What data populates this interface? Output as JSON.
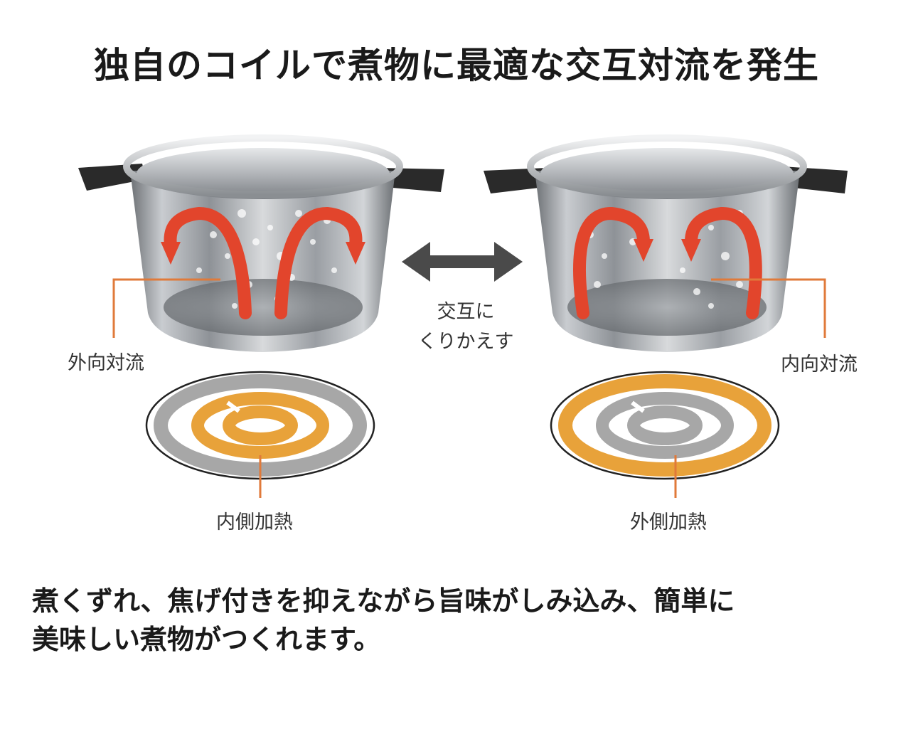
{
  "title": "独自のコイルで煮物に最適な交互対流を発生",
  "left_pot": {
    "convection_label": "外向対流",
    "heating_label": "内側加熱"
  },
  "right_pot": {
    "convection_label": "内向対流",
    "heating_label": "外側加熱"
  },
  "swap": {
    "line1": "交互に",
    "line2": "くりかえす"
  },
  "caption": {
    "line1": "煮くずれ、焦げ付きを抑えながら旨味がしみ込み、簡単に",
    "line2": "美味しい煮物がつくれます。"
  },
  "colors": {
    "accent_orange": "#e8a23a",
    "leader_orange": "#e07a3a",
    "arrow_red": "#e2452c",
    "ring_gray": "#a7a7a7",
    "steel": "#b9bcc0",
    "handle": "#2a2a2a"
  },
  "icons": {
    "swap_arrow": "double-headed-arrow-icon",
    "convection_arrows": "curved-arrow-icon"
  }
}
